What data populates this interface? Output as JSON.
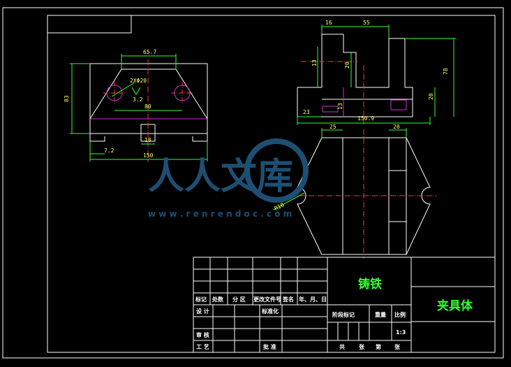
{
  "front_view": {
    "dims": {
      "top_width": "65.7",
      "height": "83",
      "holes": "2XΦ20",
      "roughness": "3.2",
      "hole_spacing": "80",
      "slot_width": "18",
      "offset": "7.2",
      "total_width": "150"
    }
  },
  "side_view": {
    "dims": {
      "d16": "16",
      "d55": "55",
      "d13": "13",
      "d20": "20",
      "d78": "78",
      "d20b": "20",
      "d23": "23",
      "d13b": "13",
      "length": "150.9"
    }
  },
  "top_view": {
    "dims": {
      "d25": "25",
      "d20": "20",
      "radius": "R10"
    }
  },
  "watermark": {
    "brand": "人人文库",
    "url": "w w w . r e n r e n d o c . c o m"
  },
  "title_block": {
    "headers": [
      "标记",
      "处数",
      "分 区",
      "更改文件号",
      "签名",
      "年、月、日"
    ],
    "design": "设 计",
    "standardize": "标准化",
    "review": "审 核",
    "process": "工 艺",
    "approve": "批 准",
    "material": "铸铁",
    "stage_mark": "阶段标记",
    "weight": "重量",
    "scale_label": "比例",
    "scale_value": "1:3",
    "total_sheets": "共",
    "sheets": "张",
    "sheet_no": "第",
    "sheet_no_unit": "张",
    "part_name": "夹具体"
  },
  "colors": {
    "outline": "#ffffff",
    "dimension": "#33ff33",
    "centerline": "#ff3333",
    "hidden": "#cc33cc",
    "dimtext": "#ffff66"
  }
}
